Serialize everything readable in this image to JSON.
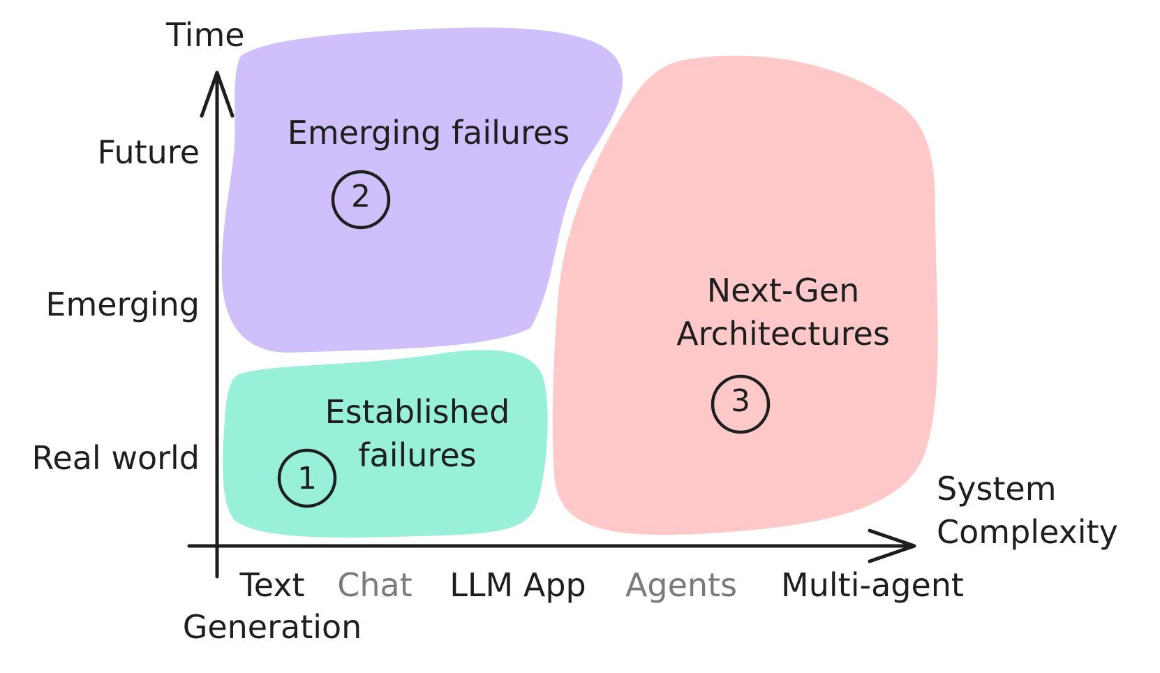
{
  "y_axis": {
    "title": "Time",
    "ticks": [
      "Future",
      "Emerging",
      "Real world"
    ]
  },
  "x_axis": {
    "title_line1": "System",
    "title_line2": "Complexity",
    "ticks": [
      {
        "line1": "Text",
        "line2": "Generation",
        "muted": false
      },
      {
        "line1": "Chat",
        "muted": true
      },
      {
        "line1": "LLM App",
        "muted": false
      },
      {
        "line1": "Agents",
        "muted": true
      },
      {
        "line1": "Multi-agent",
        "muted": false
      }
    ]
  },
  "regions": [
    {
      "number": "1",
      "label_line1": "Established",
      "label_line2": "failures",
      "color": "#98f0d8"
    },
    {
      "number": "2",
      "label_line1": "Emerging failures",
      "color": "#cfc0fb"
    },
    {
      "number": "3",
      "label_line1": "Next-Gen",
      "label_line2": "Architectures",
      "color": "#ffc9c9"
    }
  ],
  "colors": {
    "ink": "#1e1e1e",
    "muted": "#7a7a7a"
  }
}
